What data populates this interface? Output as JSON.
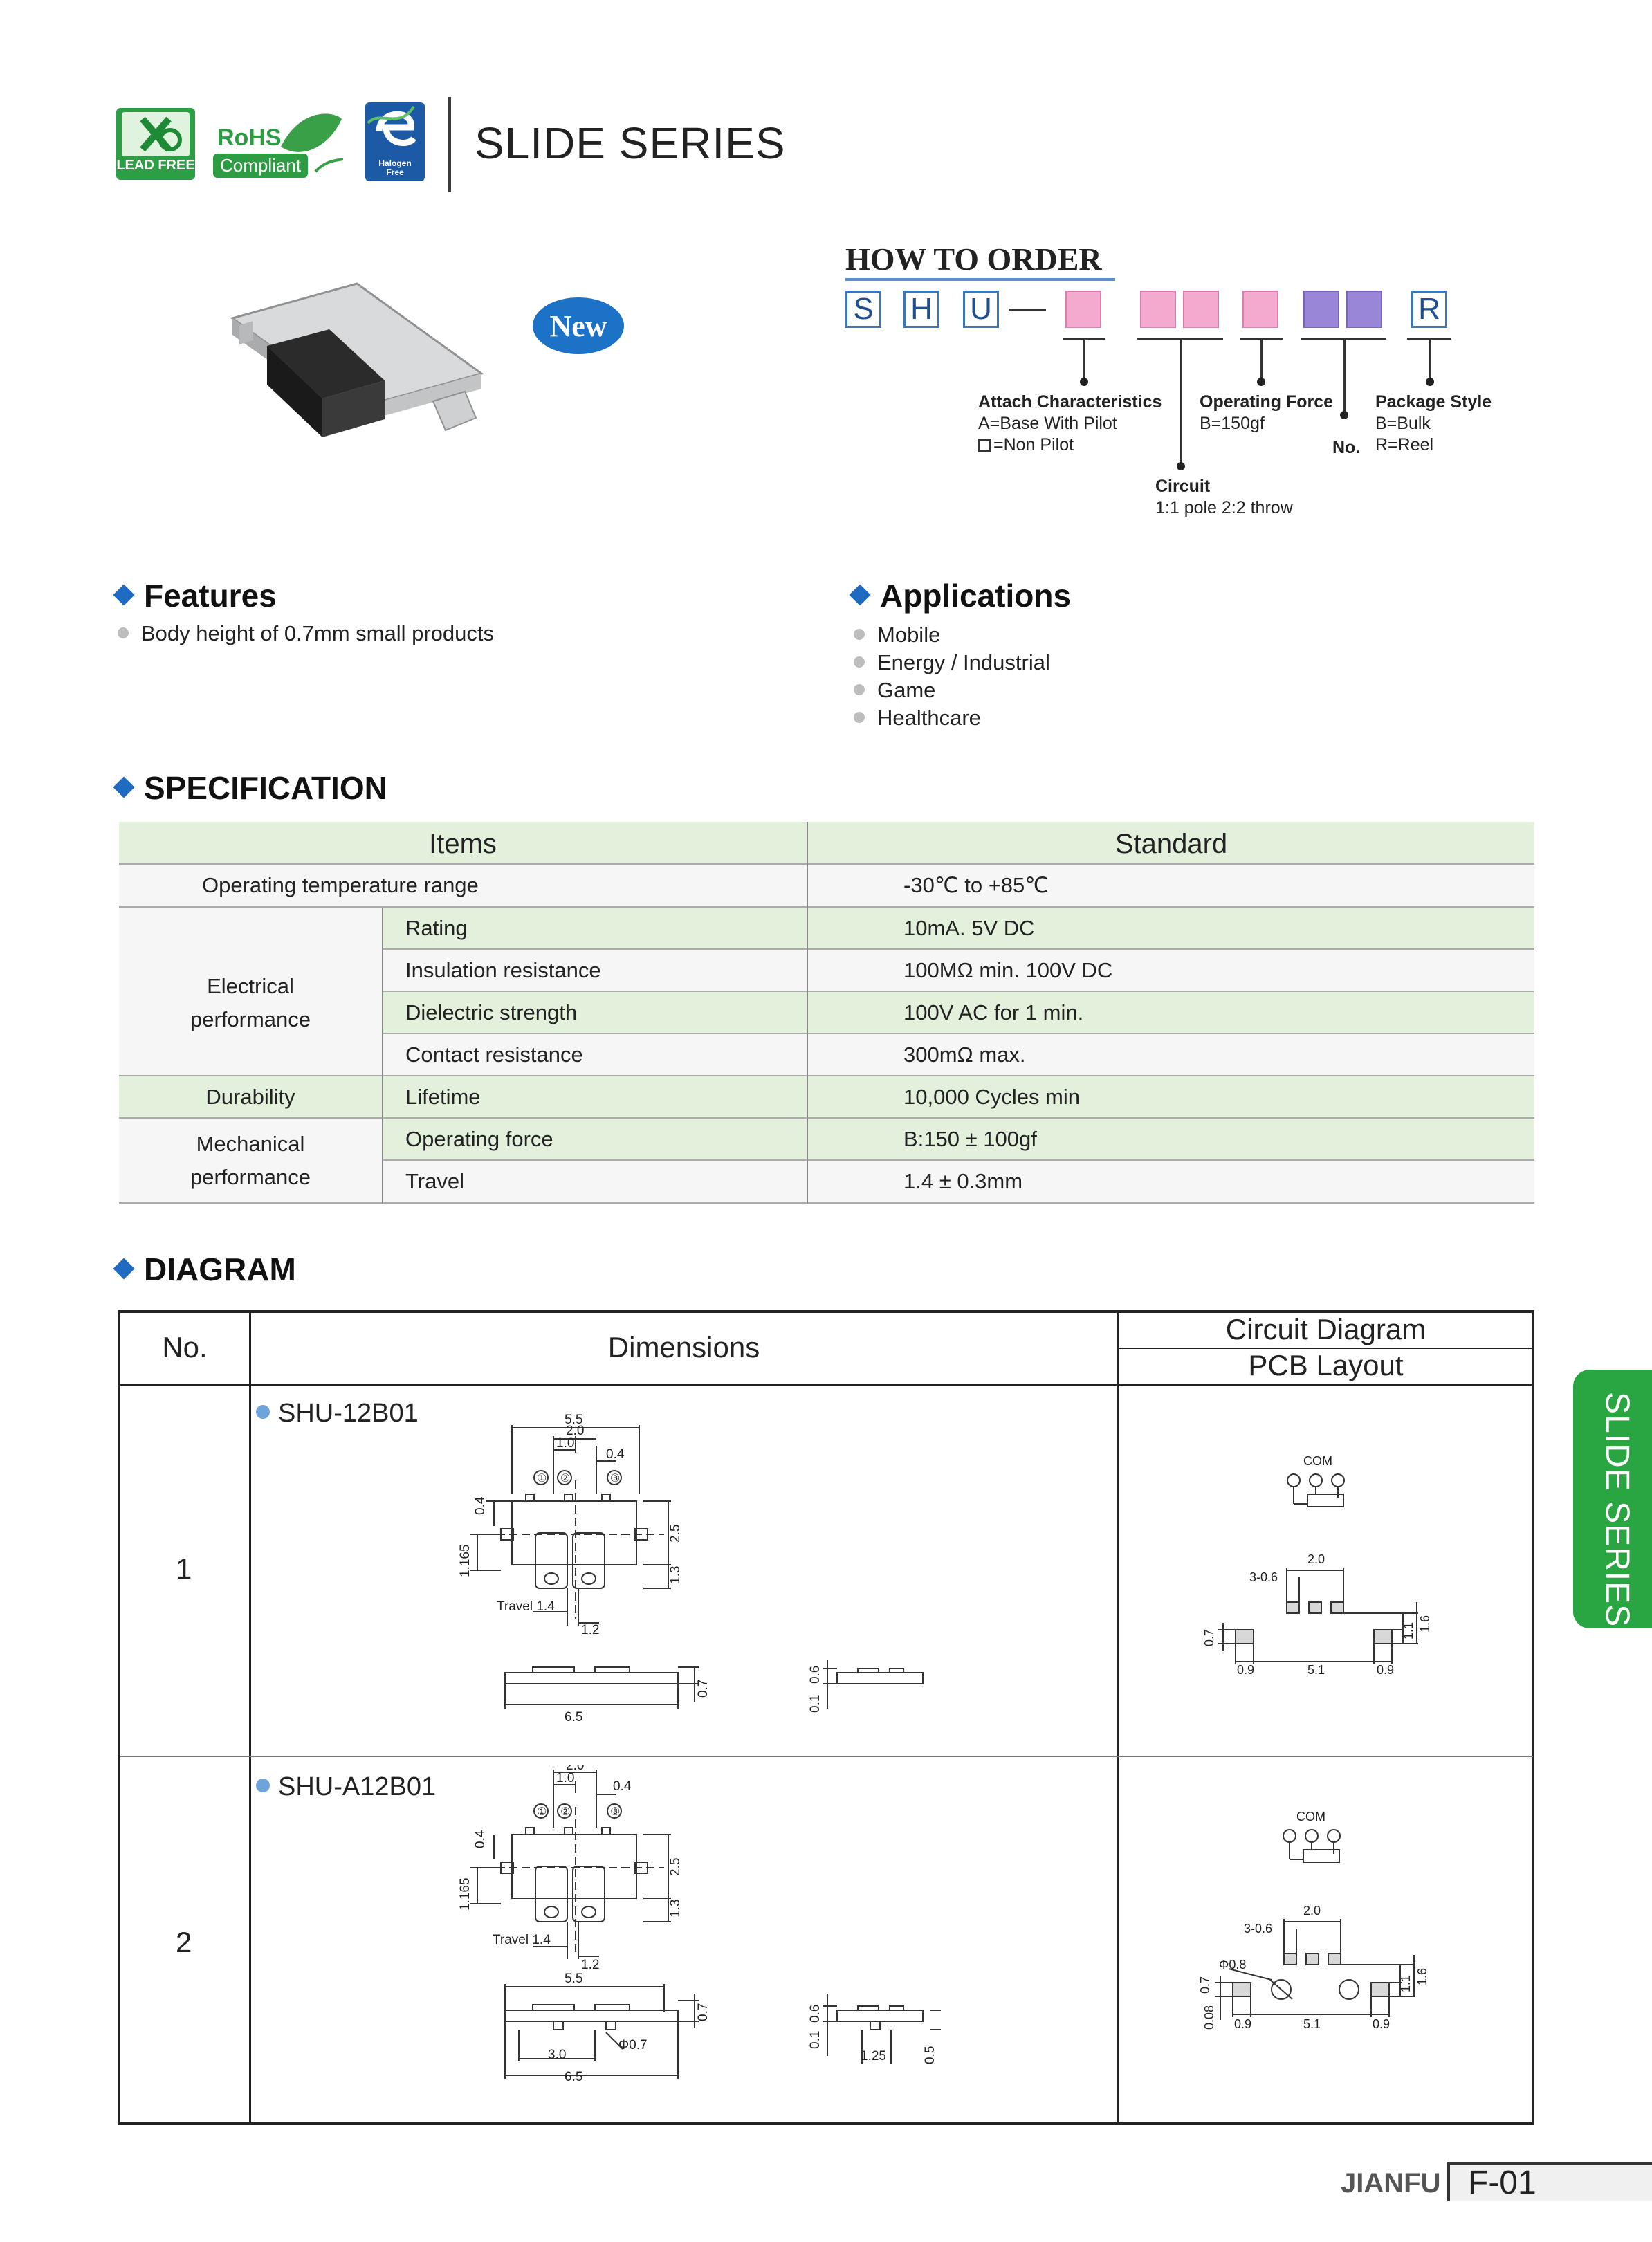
{
  "header": {
    "badges": {
      "lead_free": "LEAD FREE",
      "rohs_top": "RoHS",
      "rohs_bottom": "Compliant",
      "halogen": "Halogen Free"
    },
    "title": "SLIDE SERIES",
    "new_badge": "New"
  },
  "order": {
    "title": "HOW TO ORDER",
    "fixed_letters": [
      "S",
      "H",
      "U"
    ],
    "suffix_letter": "R",
    "attach": {
      "title": "Attach Characteristics",
      "line1": "A=Base With Pilot",
      "line2": "=Non Pilot"
    },
    "circuit": {
      "title": "Circuit",
      "line1": "1:1 pole 2:2 throw"
    },
    "force": {
      "title": "Operating Force",
      "line1": "B=150gf"
    },
    "no_label": "No.",
    "package": {
      "title": "Package Style",
      "line1": "B=Bulk",
      "line2": "R=Reel"
    }
  },
  "features": {
    "title": "Features",
    "items": [
      "Body height of 0.7mm small products"
    ]
  },
  "applications": {
    "title": "Applications",
    "items": [
      "Mobile",
      "Energy / Industrial",
      "Game",
      "Healthcare"
    ]
  },
  "specification": {
    "title": "SPECIFICATION",
    "headers": {
      "items": "Items",
      "standard": "Standard"
    },
    "row0": {
      "label": "Operating temperature range",
      "value": "-30℃ to +85℃"
    },
    "electrical": {
      "group_line1": "Electrical",
      "group_line2": "performance",
      "rows": [
        {
          "item": "Rating",
          "value": "10mA. 5V DC"
        },
        {
          "item": "Insulation resistance",
          "value": "100MΩ min. 100V DC"
        },
        {
          "item": "Dielectric strength",
          "value": "100V AC for 1 min."
        },
        {
          "item": "Contact resistance",
          "value": "300mΩ max."
        }
      ]
    },
    "durability": {
      "group": "Durability",
      "item": "Lifetime",
      "value": "10,000 Cycles min"
    },
    "mechanical": {
      "group_line1": "Mechanical",
      "group_line2": "performance",
      "rows": [
        {
          "item": "Operating force",
          "value": "B:150 ± 100gf"
        },
        {
          "item": "Travel",
          "value": "1.4 ± 0.3mm"
        }
      ]
    }
  },
  "diagram": {
    "title": "DIAGRAM",
    "headers": {
      "no": "No.",
      "dimensions": "Dimensions",
      "circuit": "Circuit Diagram",
      "pcb": "PCB Layout"
    },
    "rows": [
      {
        "no": "1",
        "part": "SHU-12B01"
      },
      {
        "no": "2",
        "part": "SHU-A12B01"
      }
    ],
    "dims": {
      "d55": "5.5",
      "d20": "2.0",
      "d10": "1.0",
      "d04": "0.4",
      "d25": "2.5",
      "d13": "1.3",
      "d1165": "1.165",
      "travel": "Travel 1.4",
      "d12": "1.2",
      "d65": "6.5",
      "d07": "0.7",
      "d06": "0.6",
      "d01": "0.1",
      "d30": "3.0",
      "phi07": "Φ0.7",
      "d125": "1.25",
      "d05": "0.5",
      "c1": "①",
      "c2": "②",
      "c3": "③"
    },
    "pcb": {
      "com": "COM",
      "d306": "3-0.6",
      "d20": "2.0",
      "d07": "0.7",
      "d11": "1.1",
      "d16": "1.6",
      "d09": "0.9",
      "d51": "5.1",
      "phi08": "Φ0.8",
      "d008": "0.08"
    }
  },
  "side_tab": "SLIDE SERIES",
  "footer": {
    "brand": "JIANFU",
    "page": "F-01"
  }
}
